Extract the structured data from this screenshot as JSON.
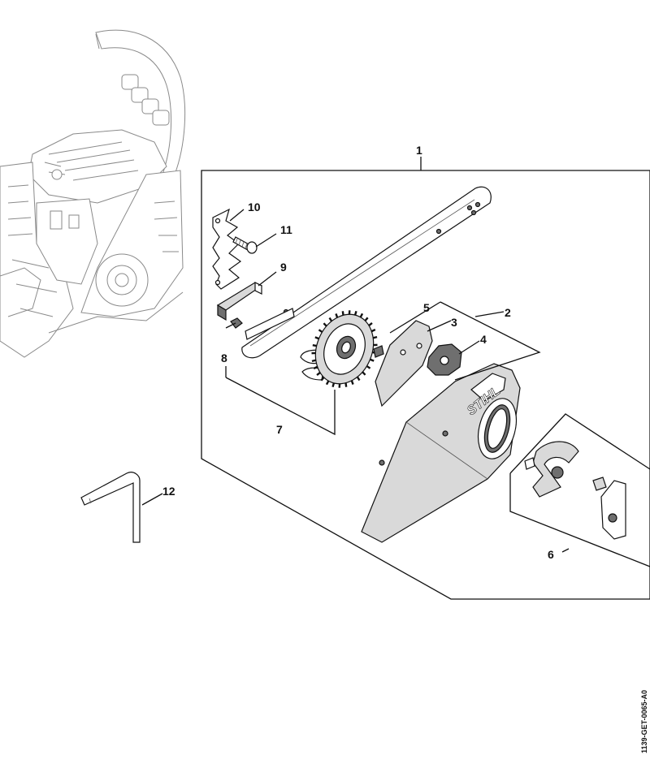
{
  "diagram": {
    "callouts": [
      {
        "id": "1",
        "text": "1"
      },
      {
        "id": "2",
        "text": "2"
      },
      {
        "id": "3",
        "text": "3"
      },
      {
        "id": "4",
        "text": "4"
      },
      {
        "id": "5",
        "text": "5"
      },
      {
        "id": "6",
        "text": "6"
      },
      {
        "id": "7",
        "text": "7"
      },
      {
        "id": "8",
        "text": "8"
      },
      {
        "id": "9",
        "text": "9"
      },
      {
        "id": "10",
        "text": "10"
      },
      {
        "id": "11",
        "text": "11"
      },
      {
        "id": "12",
        "text": "12"
      }
    ],
    "brand_mark": "STIHL",
    "drawing_code": "1139-GET-0065-A0"
  }
}
